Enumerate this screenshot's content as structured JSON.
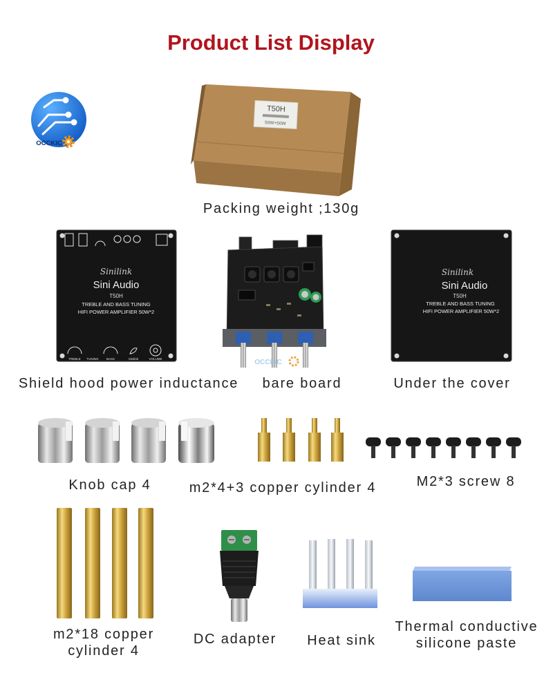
{
  "page": {
    "title": "Product List Display"
  },
  "colors": {
    "title": "#b1141d",
    "caption_text": "#222222",
    "background": "#ffffff",
    "logo_blue": "#1e7be0",
    "cardboard": "#b58a55",
    "pcb_black": "#161616",
    "brass": "#d4b04a",
    "terminal_green": "#2f8f4a",
    "thermal_pad_blue": "#7099d8"
  },
  "logo": {
    "text": "OCCKIC",
    "icon": "circuit-gear-logo"
  },
  "watermark": {
    "text": "OCCKIC"
  },
  "package": {
    "label_model": "T50H",
    "label_power": "50W+50W",
    "caption": "Packing weight ;130g"
  },
  "shield_board": {
    "brand_script": "Sinilink",
    "brand": "Sini Audio",
    "model": "T50H",
    "line1": "TREBLE AND BASS TUNING",
    "line2": "HIFI POWER AMPLIFIER 50W*2",
    "bottom_labels": {
      "treble": "TREBLE",
      "tuning": "TUNING",
      "bass": "BASS",
      "logo": "Sinilink",
      "volume": "VOLUME"
    },
    "caption": "Shield hood power inductance"
  },
  "bare_board": {
    "caption": "bare board"
  },
  "cover": {
    "brand_script": "Sinilink",
    "brand": "Sini Audio",
    "model": "T50H",
    "line1": "TREBLE AND BASS TUNING",
    "line2": "HIFI POWER AMPLIFIER 50W*2",
    "caption": "Under the cover"
  },
  "accessories": {
    "knob_cap": {
      "caption": "Knob cap 4"
    },
    "short_standoff": {
      "caption": "m2*4+3 copper cylinder 4"
    },
    "screw": {
      "caption": "M2*3 screw 8"
    },
    "long_standoff": {
      "caption_line1": "m2*18 copper",
      "caption_line2": "cylinder 4"
    },
    "dc_adapter": {
      "caption": "DC adapter"
    },
    "heat_sink": {
      "caption": "Heat sink"
    },
    "thermal_paste": {
      "caption_line1": "Thermal conductive",
      "caption_line2": "silicone paste"
    }
  }
}
